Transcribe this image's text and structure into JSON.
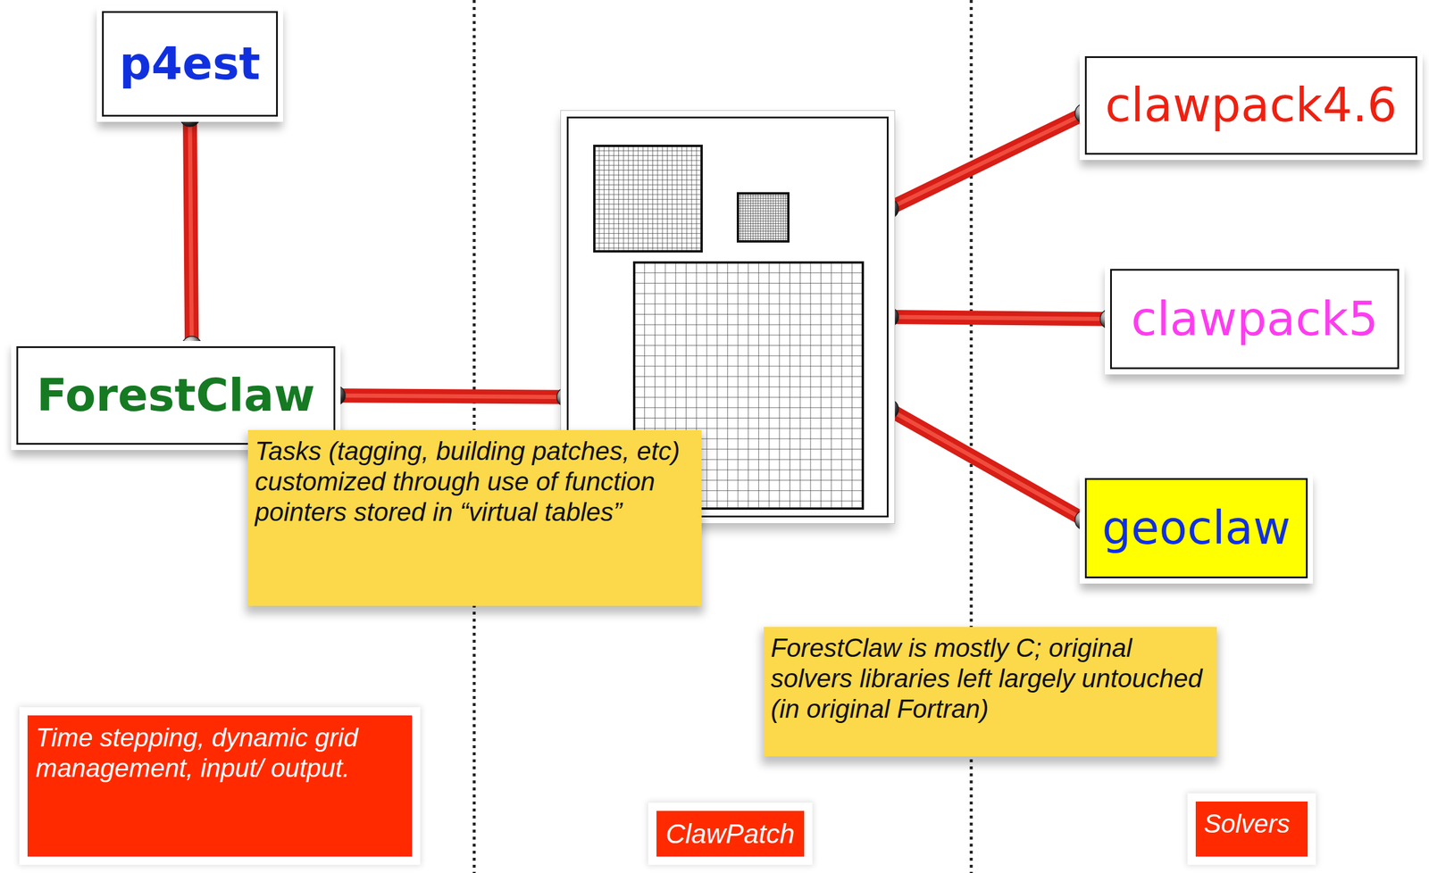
{
  "diagram": {
    "nodes": [
      {
        "text": [
          "p4est"
        ]
      },
      {
        "text": [
          "ForestClaw"
        ]
      },
      {
        "text": [
          "ClawPatch"
        ]
      },
      {
        "text": [
          "clawpack4.6"
        ]
      },
      {
        "text": [
          "clawpack5"
        ]
      },
      {
        "text": [
          "geoclaw"
        ]
      },
      {
        "text": [
          "Tasks (tagging, building patches, etc) customized through use of function pointers stored in “virtual tables”"
        ]
      },
      {
        "text": [
          "ForestClaw is mostly C;  original solvers libraries left largely untouched (in original Fortran)"
        ]
      },
      {
        "text": [
          "Time stepping, dynamic grid management, input/ output."
        ]
      },
      {
        "text": [
          "Solvers"
        ]
      }
    ],
    "edges": [
      {
        "from": 0,
        "to": 1,
        "arrow": "none"
      },
      {
        "from": 1,
        "to": 2,
        "arrow": "none"
      },
      {
        "from": 2,
        "to": 3,
        "arrow": "none"
      },
      {
        "from": 2,
        "to": 4,
        "arrow": "none"
      },
      {
        "from": 2,
        "to": 5,
        "arrow": "none"
      }
    ]
  }
}
